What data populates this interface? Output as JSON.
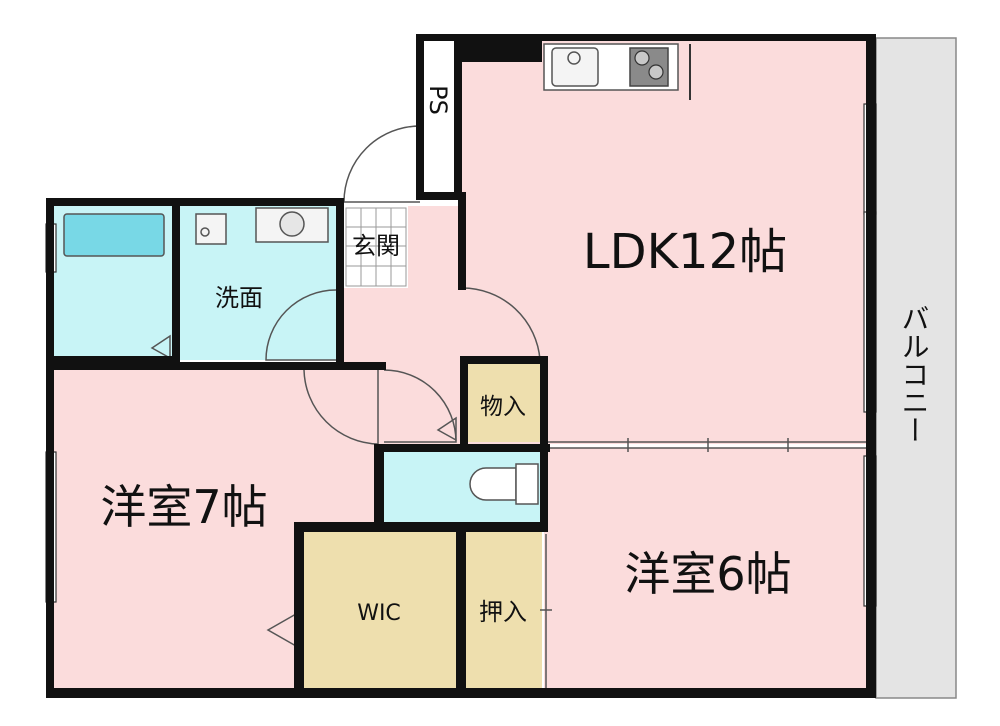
{
  "colors": {
    "room_pink": "#fbdcdc",
    "closet_tan": "#eedfae",
    "water_cyan": "#c8f4f6",
    "balcony_gray": "#e4e4e4",
    "bath_tub": "#78d8e6",
    "wall": "#111111"
  },
  "rooms": {
    "ldk": "LDK12帖",
    "western_7": "洋室7帖",
    "western_6": "洋室6帖",
    "wic": "WIC",
    "storage_closet": "物入",
    "oshiire_closet": "押入",
    "washroom": "洗面",
    "entrance": "玄関",
    "pipe_space": "PS",
    "balcony": "バルコニー"
  }
}
